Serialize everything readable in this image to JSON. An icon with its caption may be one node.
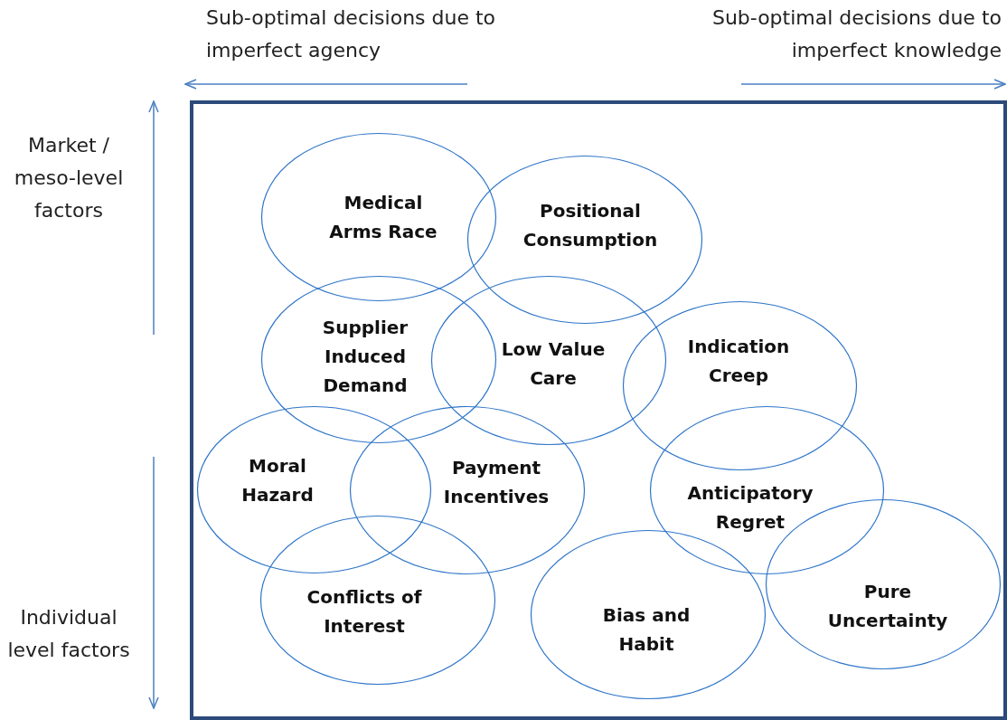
{
  "diagram": {
    "nodes": [
      {
        "text": [
          "Medical Arms Race"
        ]
      },
      {
        "text": [
          "Positional Consumption"
        ]
      },
      {
        "text": [
          "Supplier Induced Demand"
        ]
      },
      {
        "text": [
          "Low Value Care"
        ]
      },
      {
        "text": [
          "Indication Creep"
        ]
      },
      {
        "text": [
          "Moral Hazard"
        ]
      },
      {
        "text": [
          "Payment Incentives"
        ]
      },
      {
        "text": [
          "Anticipatory Regret"
        ]
      },
      {
        "text": [
          "Conflicts of Interest"
        ]
      },
      {
        "text": [
          "Bias and Habit"
        ]
      },
      {
        "text": [
          "Pure Uncertainty"
        ]
      }
    ],
    "labels": [
      "Sub-optimal decisions due to imperfect agency",
      "Sub-optimal decisions due to imperfect knowledge",
      "Market / meso-level factors",
      "Individual level factors"
    ]
  }
}
